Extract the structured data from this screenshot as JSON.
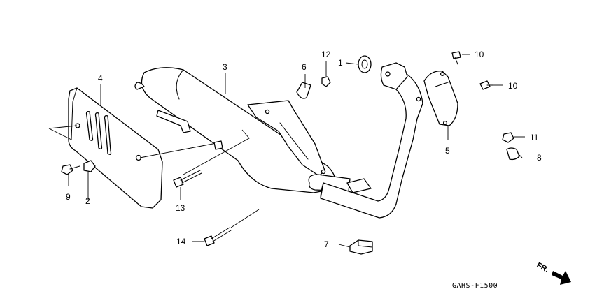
{
  "diagram": {
    "callouts": [
      {
        "id": "c1",
        "text": "1"
      },
      {
        "id": "c2",
        "text": "2"
      },
      {
        "id": "c3",
        "text": "3"
      },
      {
        "id": "c4",
        "text": "4"
      },
      {
        "id": "c5",
        "text": "5"
      },
      {
        "id": "c6",
        "text": "6"
      },
      {
        "id": "c7",
        "text": "7"
      },
      {
        "id": "c8",
        "text": "8"
      },
      {
        "id": "c9",
        "text": "9"
      },
      {
        "id": "c10a",
        "text": "10"
      },
      {
        "id": "c10b",
        "text": "10"
      },
      {
        "id": "c11",
        "text": "11"
      },
      {
        "id": "c12",
        "text": "12"
      },
      {
        "id": "c13",
        "text": "13"
      },
      {
        "id": "c14",
        "text": "14"
      }
    ],
    "direction_label": "FR.",
    "figure_code": "GAHS-F1500"
  }
}
